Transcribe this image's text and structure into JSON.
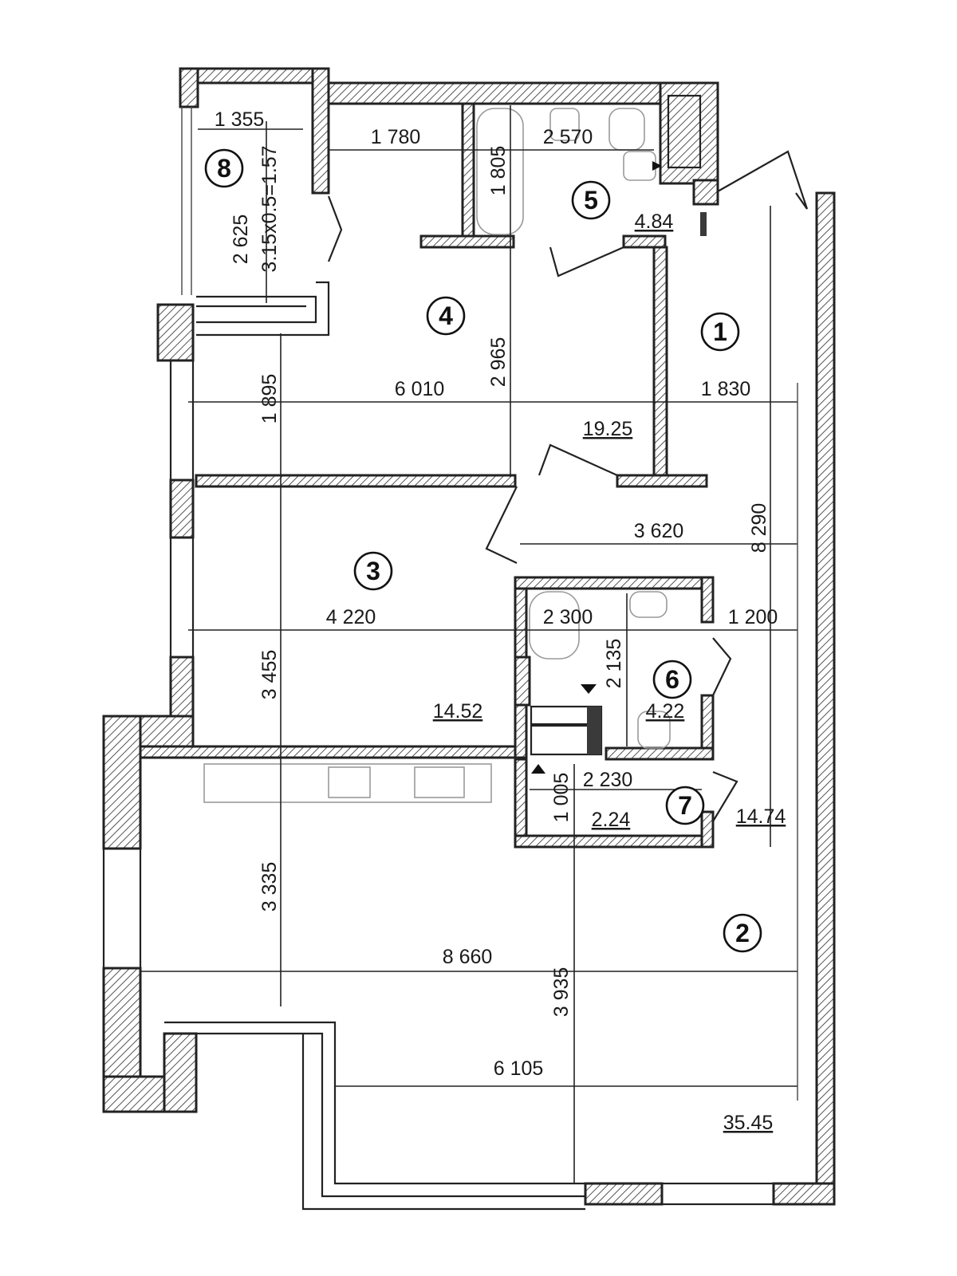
{
  "rooms": [
    {
      "number": "1",
      "area": ""
    },
    {
      "number": "2",
      "area": "35.45"
    },
    {
      "number": "3",
      "area": "14.52"
    },
    {
      "number": "4",
      "area": "19.25"
    },
    {
      "number": "5",
      "area": "4.84"
    },
    {
      "number": "6",
      "area": "4.22"
    },
    {
      "number": "7",
      "area": "2.24"
    },
    {
      "number": "8",
      "area": "3.15x0.5=1.57"
    }
  ],
  "extra_areas": {
    "corridor": "14.74"
  },
  "dimensions": {
    "d_1355": "1 355",
    "d_2625": "2 625",
    "d_1780": "1 780",
    "d_1805": "1 805",
    "d_2570": "2 570",
    "d_2965": "2 965",
    "d_6010": "6 010",
    "d_1830": "1 830",
    "d_1895": "1 895",
    "d_8290": "8 290",
    "d_3620": "3 620",
    "d_4220": "4 220",
    "d_2300": "2 300",
    "d_1200": "1 200",
    "d_2135": "2 135",
    "d_3455": "3 455",
    "d_2230": "2 230",
    "d_1005": "1 005",
    "d_3335": "3 335",
    "d_8660": "8 660",
    "d_3935": "3 935",
    "d_6105": "6 105"
  }
}
